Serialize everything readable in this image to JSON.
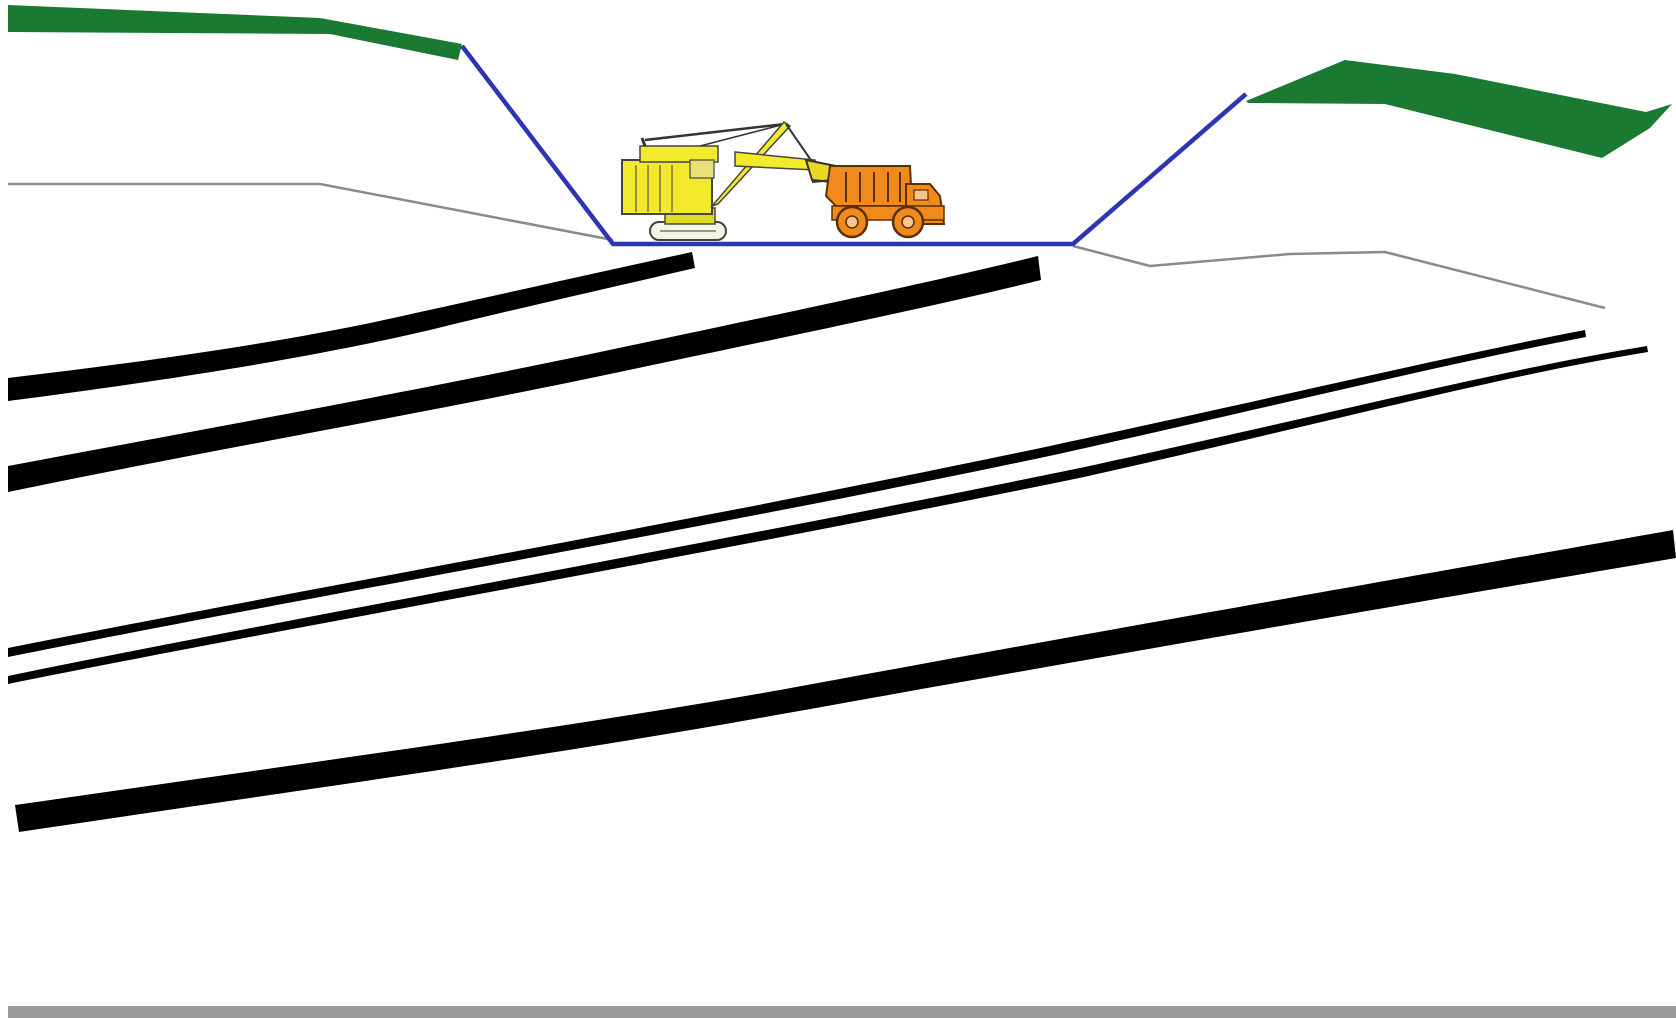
{
  "diagram": {
    "kind": "open-pit-mining-cross-section",
    "colors": {
      "background": "#ffffff",
      "vegetation": "#1b7a32",
      "pit_outline": "#2e35b5",
      "ground_surface": "#8a8a8a",
      "coal_seam": "#000000",
      "shovel_body": "#f2ea2a",
      "truck_body": "#f08a1c",
      "bottom_bar": "#9a9a9a"
    },
    "elements": [
      {
        "name": "topsoil-left",
        "type": "vegetation-layer"
      },
      {
        "name": "topsoil-right",
        "type": "vegetation-layer"
      },
      {
        "name": "pit-outline",
        "type": "excavation-boundary"
      },
      {
        "name": "ground-surface-line",
        "type": "original-ground"
      },
      {
        "name": "coal-seam",
        "count": 5
      },
      {
        "name": "electric-rope-shovel-icon",
        "type": "equipment"
      },
      {
        "name": "haul-truck-icon",
        "type": "equipment"
      }
    ]
  }
}
